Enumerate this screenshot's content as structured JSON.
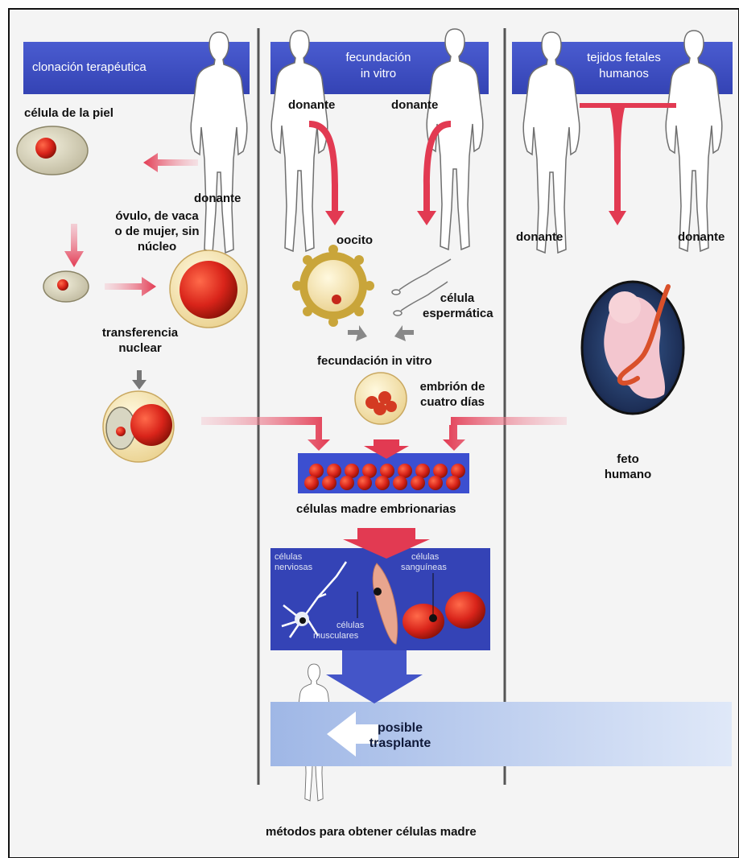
{
  "headers": {
    "clonacion": "clonación terapéutica",
    "fecundacion_1": "fecundación",
    "fecundacion_2": "in vitro",
    "tejidos_1": "tejidos fetales",
    "tejidos_2": "humanos"
  },
  "labels": {
    "celula_piel": "célula de la piel",
    "donante": "donante",
    "ovulo_1": "óvulo, de vaca",
    "ovulo_2": "o de mujer, sin",
    "ovulo_3": "núcleo",
    "transferencia_1": "transferencia",
    "transferencia_2": "nuclear",
    "oocito": "oocito",
    "celula_esp_1": "célula",
    "celula_esp_2": "espermática",
    "fecundacion_in_vitro": "fecundación in vitro",
    "embrion_1": "embrión de",
    "embrion_2": "cuatro días",
    "feto_1": "feto",
    "feto_2": "humano",
    "celulas_madre": "células madre embrionarias",
    "nerviosas_1": "células",
    "nerviosas_2": "nerviosas",
    "sanguineas_1": "células",
    "sanguineas_2": "sanguíneas",
    "musculares_1": "células",
    "musculares_2": "musculares",
    "trasplante_1": "posible",
    "trasplante_2": "trasplante",
    "caption": "métodos para obtener células madre"
  },
  "colors": {
    "header_blue": "#3d4fc4",
    "arrow_red": "#e23a52",
    "egg_red": "#d8261a",
    "silhouette": "#ffffff",
    "trasplante_panel": "#b6c8ec"
  }
}
